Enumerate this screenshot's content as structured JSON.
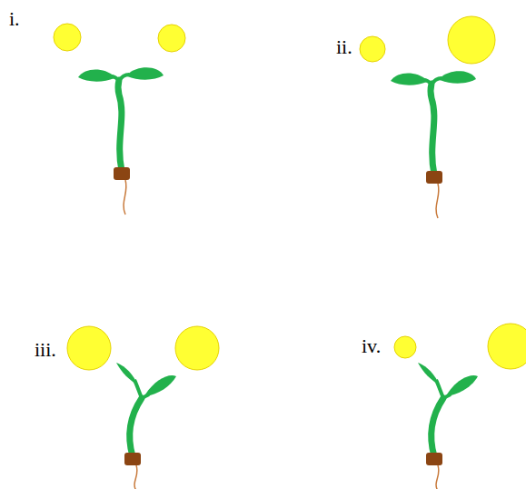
{
  "diagram": {
    "labels": [
      "i.",
      "ii.",
      "iii.",
      "iv."
    ]
  }
}
